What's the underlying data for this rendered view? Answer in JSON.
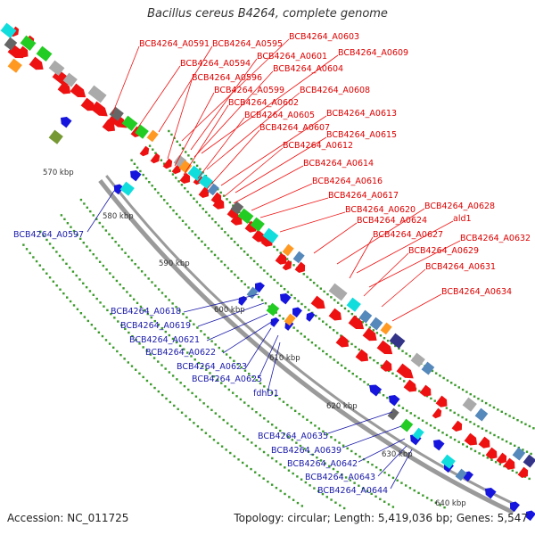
{
  "title": "Bacillus cereus B4264, complete genome",
  "footer": {
    "accession": "Accession: NC_011725",
    "stats": "Topology: circular; Length: 5,419,036 bp; Genes: 5,547"
  },
  "colors": {
    "backbone": "#9a9a9a",
    "forward_label": "#dd0000",
    "reverse_label": "#1a1aaa",
    "tick_dot": "#3a9a2a",
    "red": "#ee1111",
    "blue": "#1515dd",
    "green": "#22cc22",
    "cyan": "#11dddd",
    "gray": "#aaaaaa",
    "dark_gray": "#666666",
    "orange": "#ff9922",
    "steel": "#5588bb",
    "navy": "#333388",
    "olive": "#779933"
  },
  "scale_labels": [
    "570 kbp",
    "580 kbp",
    "590 kbp",
    "600 kbp",
    "610 kbp",
    "620 kbp",
    "630 kbp",
    "640 kbp"
  ],
  "forward_genes": [
    "BCB4264_A0591",
    "BCB4264_A0595",
    "BCB4264_A0603",
    "BCB4264_A0594",
    "BCB4264_A0601",
    "BCB4264_A0609",
    "BCB4264_A0604",
    "BCB4264_A0596",
    "BCB4264_A0599",
    "BCB4264_A0608",
    "BCB4264_A0602",
    "BCB4264_A0605",
    "BCB4264_A0613",
    "BCB4264_A0607",
    "BCB4264_A0615",
    "BCB4264_A0612",
    "BCB4264_A0614",
    "BCB4264_A0616",
    "BCB4264_A0617",
    "BCB4264_A0620",
    "BCB4264_A0628",
    "BCB4264_A0624",
    "ald1",
    "BCB4264_A0627",
    "BCB4264_A0632",
    "BCB4264_A0629",
    "BCB4264_A0631",
    "BCB4264_A0634"
  ],
  "reverse_genes": [
    "BCB4264_A0597",
    "BCB4264_A0618",
    "BCB4264_A0619",
    "BCB4264_A0621",
    "BCB4264_A0622",
    "BCB4264_A0623",
    "BCB4264_A0625",
    "fdhD1",
    "BCB4264_A0635",
    "BCB4264_A0639",
    "BCB4264_A0642",
    "BCB4264_A0643",
    "BCB4264_A0644"
  ]
}
